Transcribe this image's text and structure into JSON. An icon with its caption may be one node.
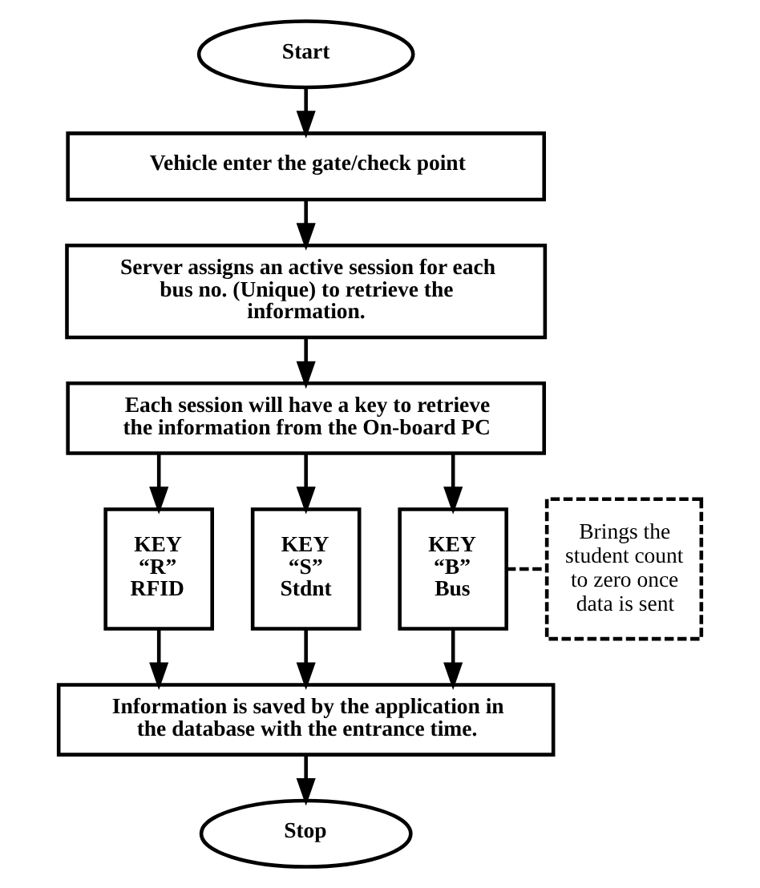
{
  "diagram": {
    "nodes": [
      {
        "text": [
          "Start"
        ]
      },
      {
        "text": [
          "Vehicle enter the gate/check point"
        ]
      },
      {
        "text": [
          "Server assigns an active session for each bus no. (Unique) to retrieve the information."
        ]
      },
      {
        "text": [
          "Each session will have a key to retrieve the information from the On-board PC"
        ]
      },
      {
        "text": [
          "KEY “R” RFID"
        ]
      },
      {
        "text": [
          "KEY “S” Stdnt"
        ]
      },
      {
        "text": [
          "KEY “B” Bus"
        ]
      },
      {
        "text": [
          "Brings the student count to zero once data is sent"
        ]
      },
      {
        "text": [
          "Information is saved by the application in the database with the entrance time."
        ]
      },
      {
        "text": [
          "Stop"
        ]
      }
    ],
    "edges": [
      {
        "from": 0,
        "to": 1,
        "arrow": "to"
      },
      {
        "from": 1,
        "to": 2,
        "arrow": "to"
      },
      {
        "from": 2,
        "to": 3,
        "arrow": "to"
      },
      {
        "from": 3,
        "to": 4,
        "arrow": "to"
      },
      {
        "from": 3,
        "to": 5,
        "arrow": "to"
      },
      {
        "from": 3,
        "to": 6,
        "arrow": "to"
      },
      {
        "from": 6,
        "to": 7,
        "arrow": "none",
        "style": "dashed"
      },
      {
        "from": 4,
        "to": 8,
        "arrow": "to"
      },
      {
        "from": 5,
        "to": 8,
        "arrow": "to"
      },
      {
        "from": 6,
        "to": 8,
        "arrow": "to"
      },
      {
        "from": 8,
        "to": 9,
        "arrow": "to"
      }
    ]
  }
}
